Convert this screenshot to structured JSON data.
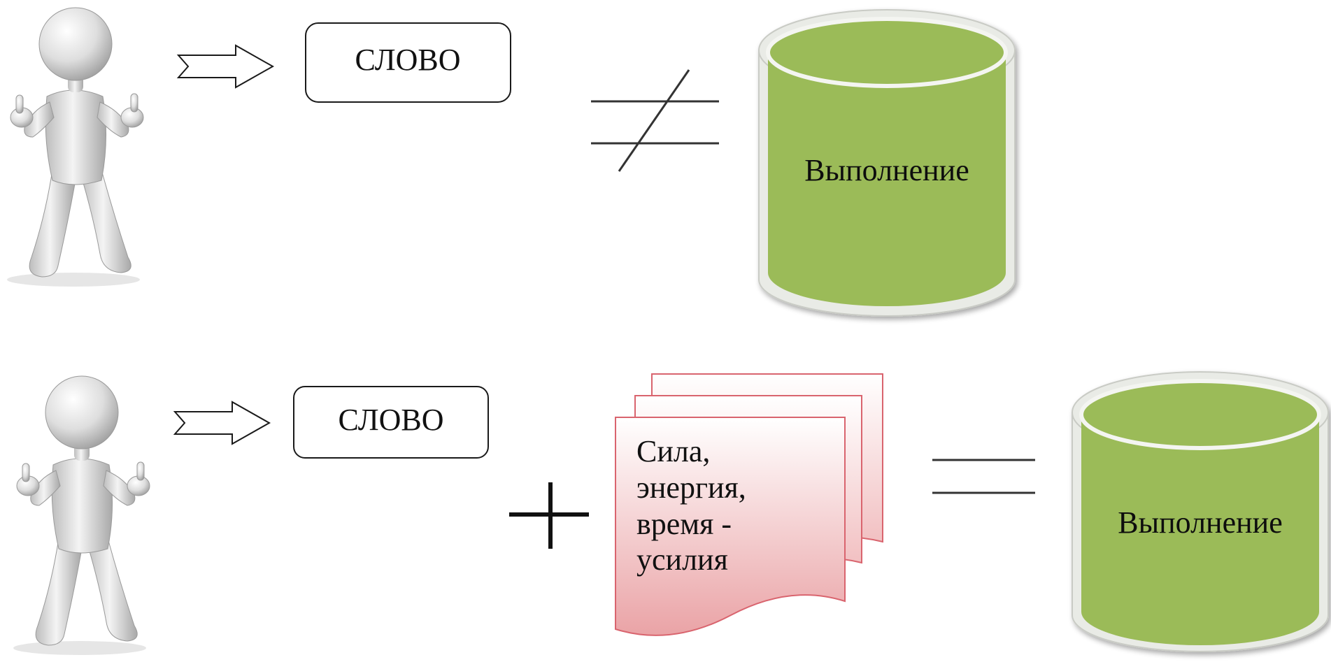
{
  "rows": [
    {
      "word_box": {
        "label": "СЛОВО"
      },
      "relation": "not-equal",
      "result_cylinder": {
        "label": "Выполнение"
      }
    },
    {
      "word_box": {
        "label": "СЛОВО"
      },
      "operator": "plus",
      "effort_document": {
        "lines": [
          "Сила,",
          "энергия,",
          "время -",
          "усилия"
        ]
      },
      "relation": "equal",
      "result_cylinder": {
        "label": "Выполнение"
      }
    }
  ],
  "colors": {
    "cylinder_fill": "#9bbb59",
    "cylinder_rim": "#e9ebe6",
    "document_border": "#d9646e",
    "document_fill_top": "#ffffff",
    "document_fill_bottom": "#eaa3a6",
    "figure": "#d6d6d6"
  },
  "icons": {
    "person": "3d-person-thumbs-up-icon",
    "arrow": "hollow-right-arrow-icon"
  }
}
